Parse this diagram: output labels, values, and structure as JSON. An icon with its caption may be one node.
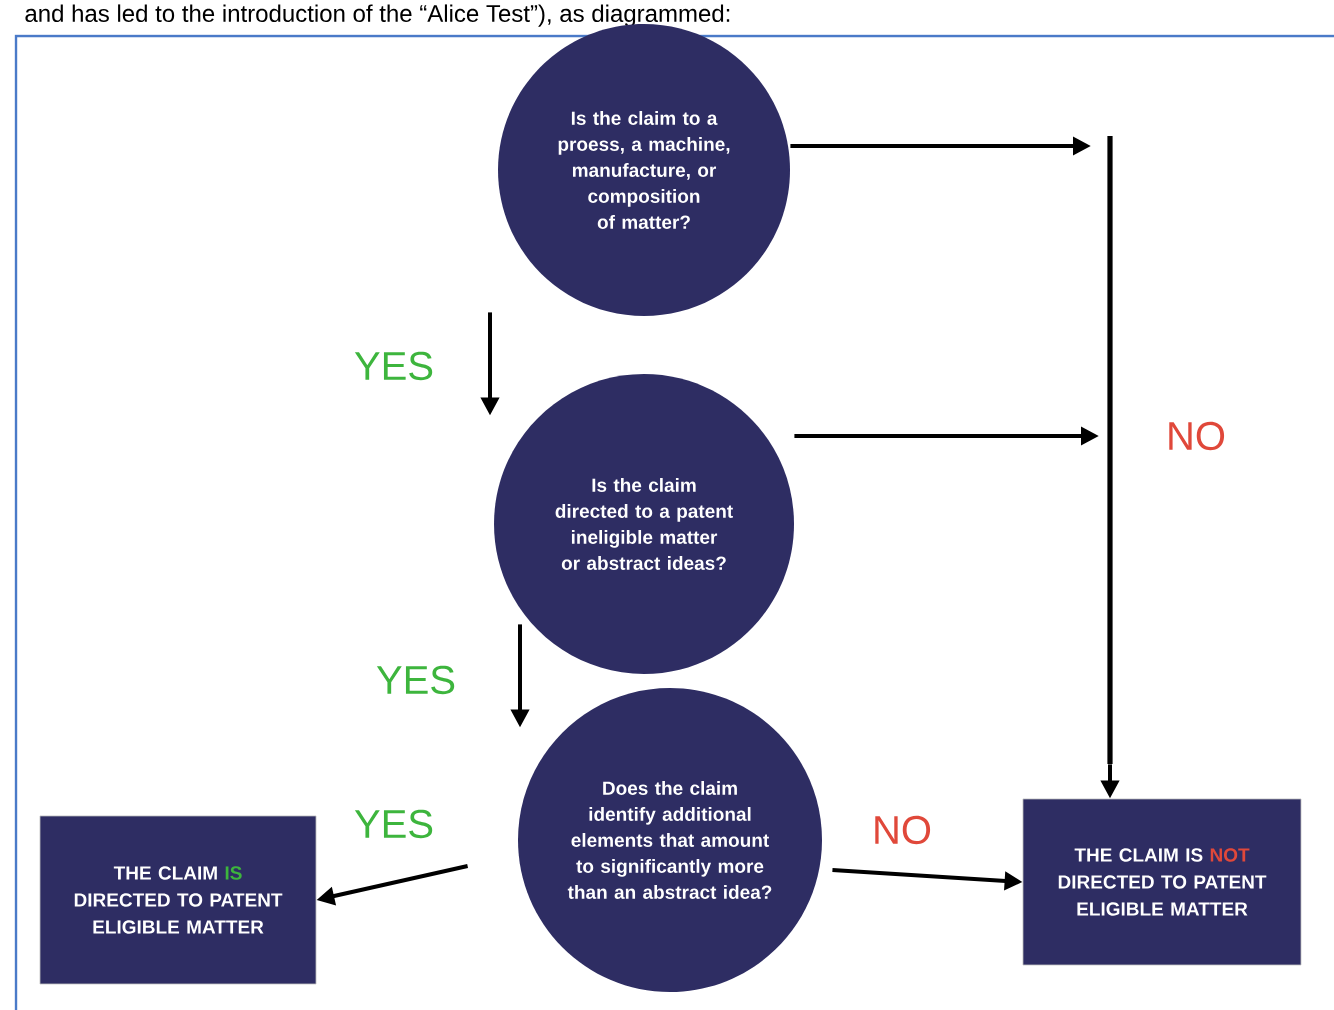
{
  "diagram": {
    "nodes": [
      {
        "text": [
          "Is the claim to a proess, a machine, manufacture, or composition of matter?"
        ]
      },
      {
        "text": [
          "Is the claim directed to a patent ineligible matter or abstract ideas?"
        ]
      },
      {
        "text": [
          "Does the claim identify additional elements that amount to significantly more than an abstract idea?"
        ]
      },
      {
        "text": [
          "THE CLAIM **IS** DIRECTED TO PATENT ELIGIBLE MATTER"
        ]
      },
      {
        "text": [
          "THE CLAIM IS **NOT** DIRECTED TO PATENT ELIGIBLE MATTER"
        ]
      },
      {
        "text": [],
        "shape": "bar",
        "beside": [
          "NO"
        ]
      }
    ],
    "edges": [
      {
        "from": 0,
        "to": 1,
        "arrow": "to",
        "label": "YES"
      },
      {
        "from": 1,
        "to": 2,
        "arrow": "to",
        "label": "YES"
      },
      {
        "from": 2,
        "to": 3,
        "arrow": "to",
        "label": "YES"
      },
      {
        "from": 2,
        "to": 4,
        "arrow": "to",
        "label": "NO"
      },
      {
        "from": 0,
        "to": 5,
        "arrow": "to"
      },
      {
        "from": 1,
        "to": 5,
        "arrow": "to"
      },
      {
        "from": 5,
        "to": 4,
        "arrow": "to"
      }
    ],
    "labels": [
      "and has led to the introduction of the “Alice Test”), as diagrammed:"
    ]
  }
}
